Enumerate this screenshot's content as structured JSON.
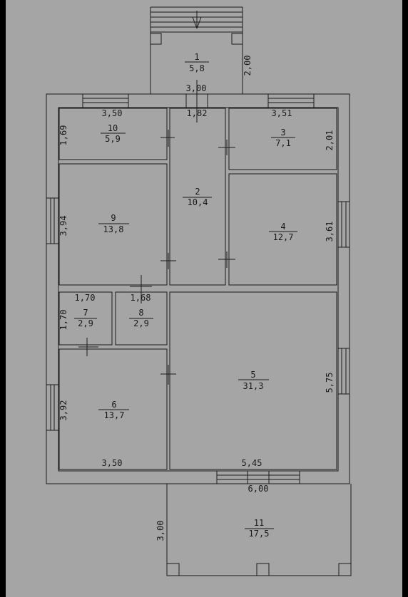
{
  "colors": {
    "background": "#a5a5a5",
    "frame": "#000000",
    "line": "#1a1a1a"
  },
  "rooms": [
    {
      "id": "1",
      "number": "1",
      "area": "5,8"
    },
    {
      "id": "2",
      "number": "2",
      "area": "10,4"
    },
    {
      "id": "3",
      "number": "3",
      "area": "7,1"
    },
    {
      "id": "4",
      "number": "4",
      "area": "12,7"
    },
    {
      "id": "5",
      "number": "5",
      "area": "31,3"
    },
    {
      "id": "6",
      "number": "6",
      "area": "13,7"
    },
    {
      "id": "7",
      "number": "7",
      "area": "2,9"
    },
    {
      "id": "8",
      "number": "8",
      "area": "2,9"
    },
    {
      "id": "9",
      "number": "9",
      "area": "13,8"
    },
    {
      "id": "10",
      "number": "10",
      "area": "5,9"
    },
    {
      "id": "11",
      "number": "11",
      "area": "17,5"
    }
  ],
  "dimensions": {
    "porch_height": "2,00",
    "porch_width": "3,00",
    "room10_width": "3,50",
    "room10_height": "1,69",
    "room2_width": "1,82",
    "room3_width": "3,51",
    "room3_height": "2,01",
    "room9_height": "3,94",
    "room4_height": "3,61",
    "room7_width": "1,70",
    "room7_height": "1,70",
    "room8_width": "1,68",
    "room6_height": "3,92",
    "room6_width": "3,50",
    "room5_height": "5,75",
    "room5_width": "5,45",
    "terrace_width": "6,00",
    "terrace_height": "3,00"
  }
}
